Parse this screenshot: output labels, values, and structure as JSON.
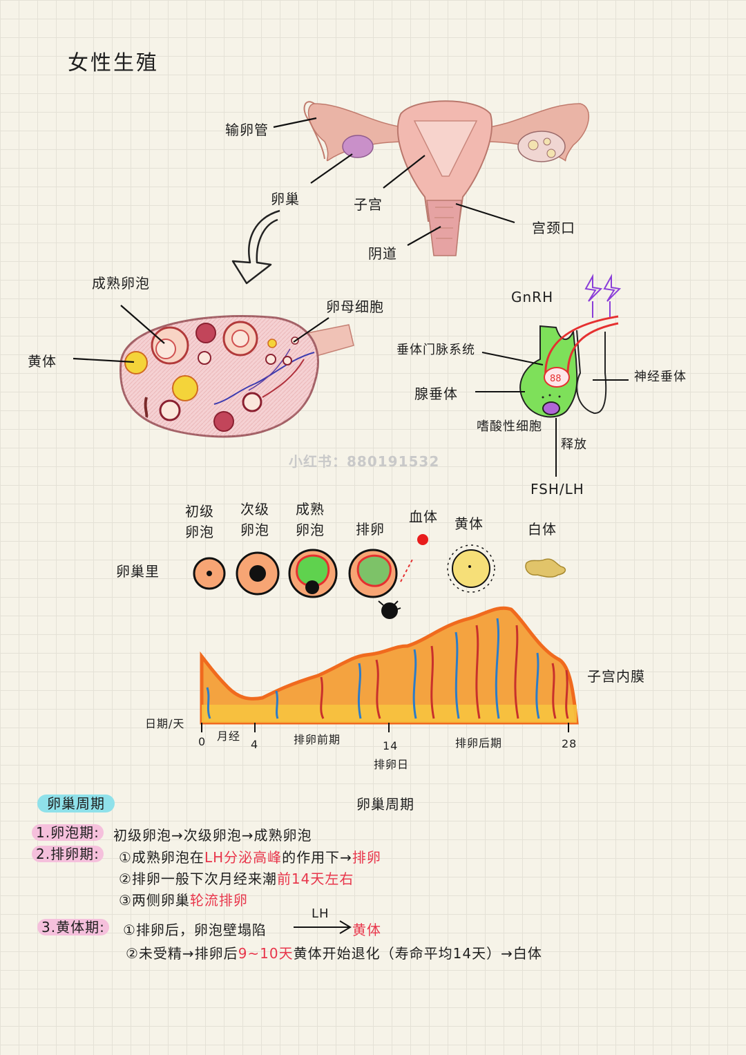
{
  "title": "女性生殖",
  "anatomy": {
    "labels": {
      "fallopian_tube": "输卵管",
      "ovary": "卵巢",
      "uterus": "子宫",
      "cervix": "宫颈口",
      "vagina": "阴道"
    }
  },
  "ovary_detail": {
    "labels": {
      "mature_follicle": "成熟卵泡",
      "oocyte": "卵母细胞",
      "corpus_luteum": "黄体"
    }
  },
  "pituitary": {
    "labels": {
      "gnrh": "GnRH",
      "portal_system": "垂体门脉系统",
      "neurohypophysis": "神经垂体",
      "adenohypophysis": "腺垂体",
      "basophil": "嗜酸性细胞",
      "release": "释放",
      "hormones": "FSH/LH"
    }
  },
  "watermark": "小红书：880191532",
  "follicle_stages": {
    "row_label": "卵巢里",
    "stages": [
      {
        "line1": "初级",
        "line2": "卵泡"
      },
      {
        "line1": "次级",
        "line2": "卵泡"
      },
      {
        "line1": "成熟",
        "line2": "卵泡"
      },
      {
        "line1": "排卵",
        "line2": ""
      },
      {
        "line1": "血体",
        "line2": ""
      },
      {
        "line1": "黄体",
        "line2": ""
      },
      {
        "line1": "白体",
        "line2": ""
      }
    ]
  },
  "endometrium": {
    "label": "子宫内膜",
    "axis_label": "日期/天",
    "ticks": [
      "0",
      "4",
      "14",
      "28"
    ],
    "phases": {
      "menstruation": "月经",
      "pre_ovulation": "排卵前期",
      "ovulation_day": "排卵日",
      "post_ovulation": "排卵后期"
    }
  },
  "cycle_caption": "卵巢周期",
  "notes": {
    "heading": "卵巢周期",
    "item1": {
      "label": "1.卵泡期:",
      "text": "初级卵泡→次级卵泡→成熟卵泡"
    },
    "item2": {
      "label": "2.排卵期:",
      "line1_a": "①成熟卵泡在",
      "line1_red": "LH分泌高峰",
      "line1_b": "的作用下→",
      "line1_red2": "排卵",
      "line2_a": "②排卵一般下次月经来潮",
      "line2_red": "前14天左右",
      "line3_a": "③两侧卵巢",
      "line3_red": "轮流排卵"
    },
    "item3": {
      "label": "3.黄体期:",
      "line1_a": "①排卵后，卵泡壁塌陷",
      "arrow_label": "LH",
      "line1_red": "黄体",
      "line2_a": "②未受精→排卵后",
      "line2_red": "9~10天",
      "line2_b": "黄体开始退化（寿命平均14天）→白体"
    }
  },
  "colors": {
    "highlight_red": "#e8364b",
    "pill_blue": "#8fe1ea",
    "pill_pink": "#f5c0dc",
    "endometrium_orange": "#f08a2c",
    "pituitary_green": "#7ee05a"
  }
}
